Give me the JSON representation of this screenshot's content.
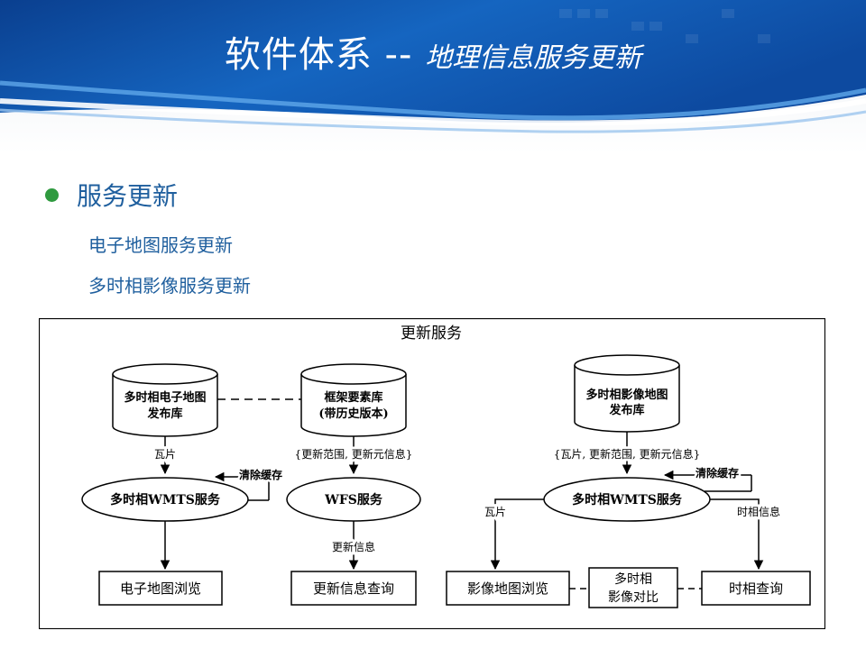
{
  "slide": {
    "title_main": "软件体系 --",
    "title_sub": "地理信息服务更新",
    "bullet": "服务更新",
    "sub_items": [
      "电子地图服务更新",
      "多时相影像服务更新"
    ]
  },
  "diagram": {
    "title": "更新服务",
    "left": {
      "db1": [
        "多时相电子地图",
        "发布库"
      ],
      "db2": [
        "框架要素库",
        "(带历史版本)"
      ],
      "label_tiles": "瓦片",
      "label_update_range": "{更新范围, 更新元信息}",
      "label_clear_cache": "清除缓存",
      "wmts": "多时相WMTS服务",
      "wfs": "WFS服务",
      "label_update_info": "更新信息",
      "box_browse": "电子地图浏览",
      "box_query": "更新信息查询"
    },
    "right": {
      "db": [
        "多时相影像地图",
        "发布库"
      ],
      "label_tiles_range": "{瓦片, 更新范围, 更新元信息}",
      "label_clear_cache": "清除缓存",
      "wmts": "多时相WMTS服务",
      "label_tiles": "瓦片",
      "label_time_info": "时相信息",
      "box_browse": "影像地图浏览",
      "box_compare": [
        "多时相",
        "影像对比"
      ],
      "box_query": "时相查询"
    }
  },
  "colors": {
    "header_blue": "#0b4fa6",
    "bullet_dot": "#2f9a3f",
    "text_blue": "#1f5f9e"
  }
}
